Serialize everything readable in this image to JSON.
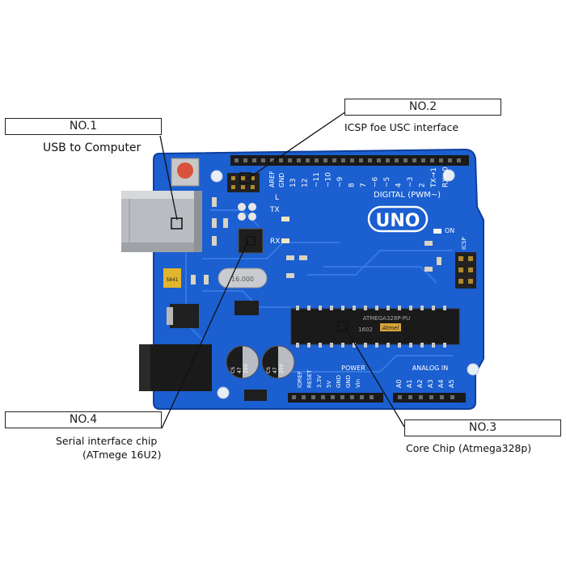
{
  "callouts": [
    {
      "id": "no1",
      "number": "NO.1",
      "description": "USB to Computer"
    },
    {
      "id": "no2",
      "number": "NO.2",
      "description": "ICSP foe USC interface"
    },
    {
      "id": "no3",
      "number": "NO.3",
      "description": "Core Chip  (Atmega328p)"
    },
    {
      "id": "no4",
      "number": "NO.4",
      "description_line1": "Serial interface chip",
      "description_line2": "(ATmege 16U2)"
    }
  ],
  "board": {
    "logo": "UNO",
    "digital_label": "DIGITAL (PWM~)",
    "power_label": "POWER",
    "analog_label": "ANALOG IN",
    "icsp_label": "ICSP",
    "on_label": "ON",
    "tx_label": "TX",
    "rx_label": "RX",
    "l_label": "L",
    "aref_label": "AREF",
    "gnd_label": "GND",
    "digital_pins": [
      "13",
      "12",
      "~11",
      "~10",
      "~9",
      "8",
      "7",
      "~6",
      "~5",
      "4",
      "~3",
      "2",
      "TX→1",
      "RX←0"
    ],
    "power_pins": [
      "IOREF",
      "RESET",
      "3.3V",
      "5V",
      "GND",
      "GND",
      "Vin"
    ],
    "analog_pins": [
      "A0",
      "A1",
      "A2",
      "A3",
      "A4",
      "A5"
    ],
    "chip_text": "ATMEGA328P-PU",
    "chip_code": "1602",
    "chip_brand": "Atmel",
    "cap_text": [
      "CS",
      "47",
      "25V"
    ],
    "crystal_text": "16.000",
    "small_chip_text": "5841"
  },
  "colors": {
    "board": "#1b5fd0",
    "board_dark": "#0e3f9e",
    "header": "#1a1a1a",
    "silk": "#ffffff",
    "callout_line": "#111111"
  }
}
